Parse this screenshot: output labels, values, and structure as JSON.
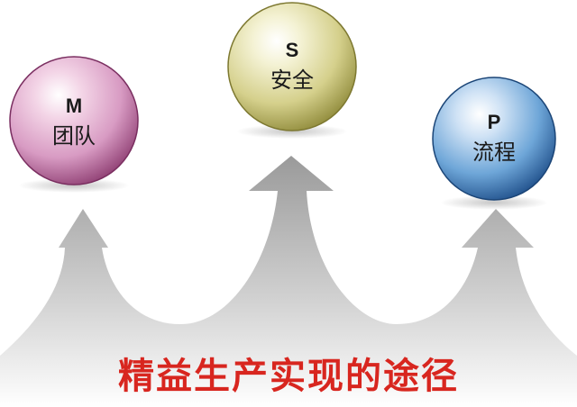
{
  "title": "精益生产实现的途径",
  "nodes": [
    {
      "letter": "M",
      "word": "团队",
      "color": "#c46a9e"
    },
    {
      "letter": "S",
      "word": "安全",
      "color": "#c9c47a"
    },
    {
      "letter": "P",
      "word": "流程",
      "color": "#4d8bc6"
    }
  ],
  "colors": {
    "title": "#d8261f",
    "arrow": "#c8c8c8"
  }
}
